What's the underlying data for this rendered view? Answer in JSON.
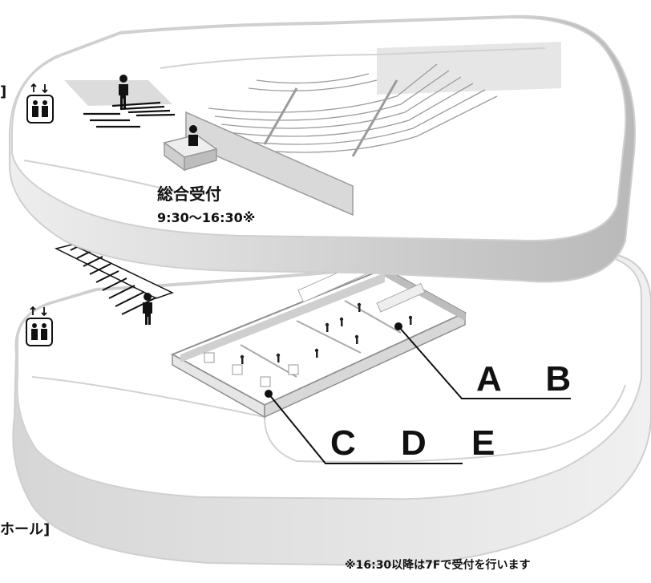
{
  "reception": {
    "title": "総合受付",
    "hours": "9:30〜16:30※"
  },
  "rooms": {
    "ab": "A B",
    "cde": "C D E"
  },
  "edge_labels": {
    "upper_bracket": "]",
    "lower_hall": "ホール]"
  },
  "footnote": "※16:30以降は7Fで受付を行います",
  "colors": {
    "floor": "#ffffff",
    "floor_edge": "#dcdcdc",
    "wall_shadow": "#bdbdbd",
    "ink": "#111111",
    "stage_fill": "#e3e3e3"
  },
  "icons": [
    "elevator-icon",
    "person-icon",
    "stairs"
  ]
}
